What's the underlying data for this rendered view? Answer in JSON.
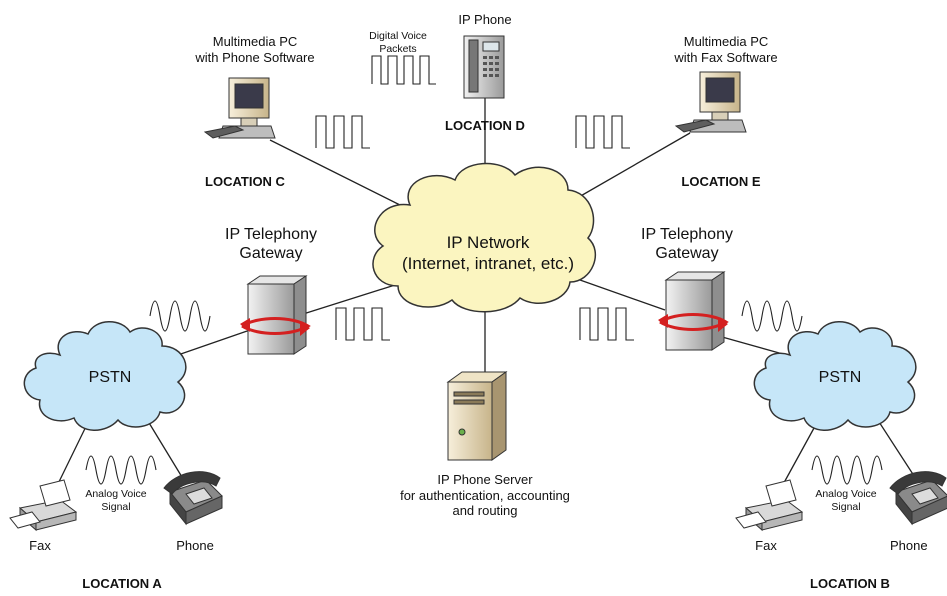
{
  "labels": {
    "mm_pc_phone": [
      "Multimedia PC",
      "with Phone Software"
    ],
    "mm_pc_fax": [
      "Multimedia PC",
      "with Fax Software"
    ],
    "ip_phone": "IP Phone",
    "digital_voice_packets": [
      "Digital Voice",
      "Packets"
    ],
    "location_c": "LOCATION C",
    "location_d": "LOCATION D",
    "location_e": "LOCATION E",
    "ip_network": [
      "IP Network",
      "(Internet, intranet, etc.)"
    ],
    "gateway_left": [
      "IP Telephony",
      "Gateway"
    ],
    "gateway_right": [
      "IP Telephony",
      "Gateway"
    ],
    "pstn_left": "PSTN",
    "pstn_right": "PSTN",
    "server": [
      "IP Phone Server",
      "for authentication, accounting",
      "and routing"
    ],
    "analog_left": [
      "Analog Voice",
      "Signal"
    ],
    "analog_right": [
      "Analog Voice",
      "Signal"
    ],
    "fax_left": "Fax",
    "phone_left": "Phone",
    "fax_right": "Fax",
    "phone_right": "Phone",
    "location_a": "LOCATION A",
    "location_b": "LOCATION B"
  },
  "colors": {
    "cloud_network": "#fbf5c0",
    "cloud_pstn": "#c6e6f8",
    "gateway_arrow": "#d42020",
    "line": "#222222"
  }
}
